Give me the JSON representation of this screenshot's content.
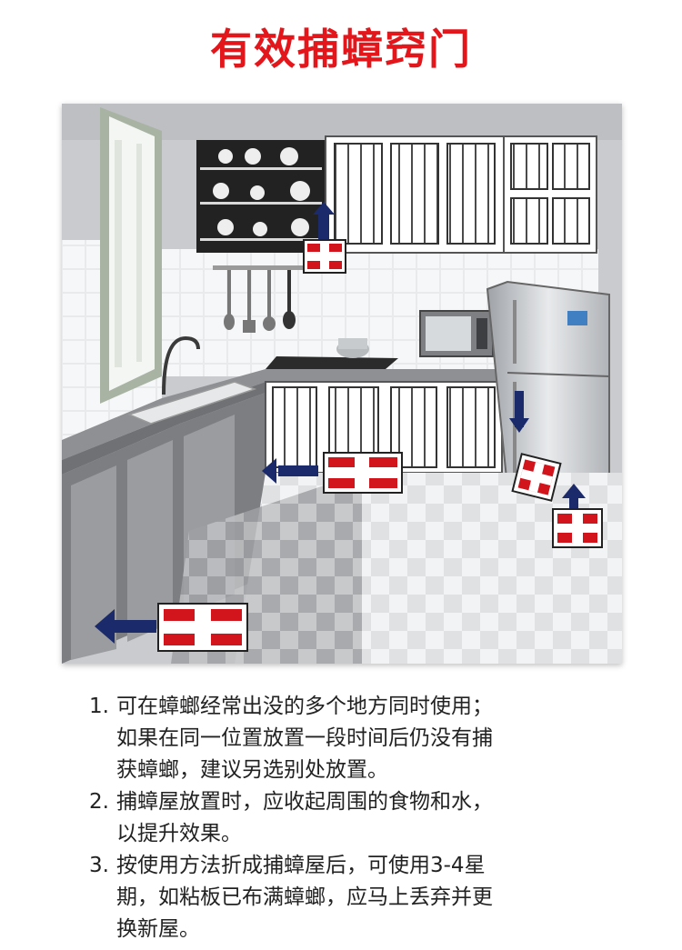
{
  "header": {
    "title": "有效捕蟑窍门"
  },
  "illustration": {
    "scene": "kitchen",
    "trap_icon": "red-cross-trap-icon",
    "arrow_icon": "navy-arrow-icon",
    "colors": {
      "trap_red": "#d2141d",
      "arrow_navy": "#1b2a6b",
      "title_red": "#e3161b"
    }
  },
  "instructions": [
    {
      "number": "1.",
      "lines": [
        "可在蟑螂经常出没的多个地方同时使用；",
        "如果在同一位置放置一段时间后仍没有捕",
        "获蟑螂，建议另选别处放置。"
      ]
    },
    {
      "number": "2.",
      "lines": [
        "捕蟑屋放置时，应收起周围的食物和水，",
        "以提升效果。"
      ]
    },
    {
      "number": "3.",
      "lines": [
        "按使用方法折成捕蟑屋后，可使用3-4星",
        "期，如粘板已布满蟑螂，应马上丢弃并更",
        "换新屋。"
      ]
    }
  ]
}
